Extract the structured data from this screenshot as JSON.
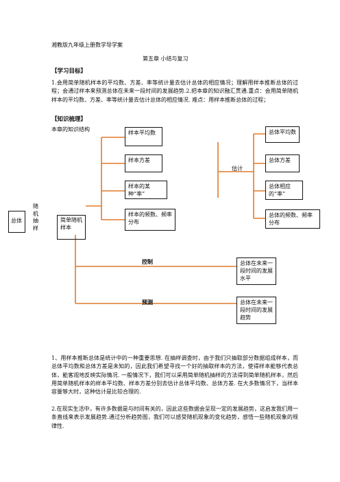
{
  "header": {
    "subject": "湘教版九年级上册数学导学案"
  },
  "chapter": {
    "title": "第五章    小结与复习"
  },
  "goals": {
    "heading": "【学习目标】",
    "text": "1.会用简单随机样本的平均数、方差、率等统计量去估计总体的相应情况；理解用样本推断总体的过程；会通过样本来预测总体在未来一段时间的发展趋势.2.把本章的知识融汇贯通.重点：会用简单随机样本的平均数、方差、率等统计量去估计总体的相应情况. 难点：用样本推断总体的过程；"
  },
  "review": {
    "heading": "【知识梳理】",
    "structure_label": "本章的知识结构"
  },
  "diagram": {
    "population": "总体",
    "sampling": "随机抽样",
    "simple_sample": "简单随机样本",
    "sample_mean": "样本平均数",
    "sample_variance": "样本方差",
    "sample_rate": "样本的某种“率”",
    "sample_freq": "样本的频数、频率分布",
    "estimate": "估计",
    "pop_mean": "总体平均数",
    "pop_variance": "总体方差",
    "pop_rate": "总体相应的“率”",
    "pop_freq": "总体的频数、频率分布",
    "control": "控制",
    "control_target": "总体在未来一段时间的发展水平",
    "predict": "预测",
    "predict_target": "总体在未来一段时间的发展趋势"
  },
  "paragraph1": "1、用样本推断总体是统计中的一种重要思想. 在抽样调查时，由于我们只抽取部分数据组成样本，而总体平均数和总体方差是未知的，因此我们希望寻找一个好的抽取样本的方法，使得样本能够代表总体，能客观地反映实际情况. 一般情况下，我们可以采用简单随机抽样的方法得到简单随机样本，然后用简单随机样本的样本平均数、样本方差分别去估计总体平均数、总体方差. 在大多数情况下，当样本容量够大时，这种估计是比较合理的.",
  "paragraph2": "2.在现实生活中，有许多数据是与时间有关的，因此这些数据会呈现一定的发展趋势，这启发我们用一条直线来表示发展趋势.通过分析趋势图，我们可以感受随机现象的变化趋势，感悟一些随机现象的规律性."
}
